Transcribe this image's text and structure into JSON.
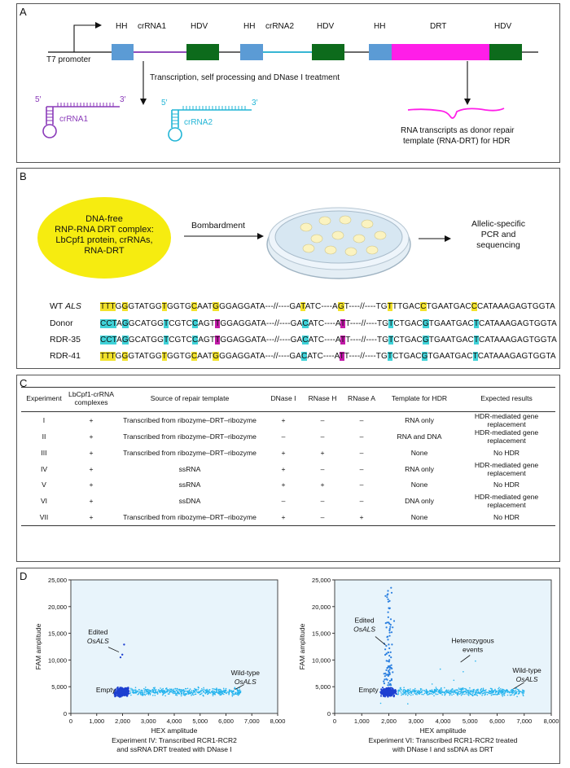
{
  "panelA": {
    "label": "A",
    "hh": "HH",
    "crRNA1": "crRNA1",
    "hdv": "HDV",
    "crRNA2": "crRNA2",
    "drt": "DRT",
    "t7": "T7 promoter",
    "processing": "Transcription, self processing and DNase I treatment",
    "five_prime": "5′",
    "three_prime": "3′",
    "rna_line1": "RNA transcripts as donor repair",
    "rna_line2": "template (RNA-DRT) for HDR",
    "colors": {
      "hh": "#5b9bd5",
      "hdv": "#0d6b1c",
      "drt": "#ff1ee8",
      "crRNA1": "#8a3ab9",
      "crRNA2": "#22b5d6"
    }
  },
  "panelB": {
    "label": "B",
    "ellipse": [
      "DNA-free",
      "RNP-RNA DRT complex:",
      "LbCpf1 protein, crRNAs,",
      "RNA-DRT"
    ],
    "bombardment": "Bombardment",
    "result": [
      "Allelic-specific",
      "PCR and",
      "sequencing"
    ],
    "wt_prefix": "WT ",
    "wt_gene": "ALS",
    "donor": "Donor",
    "rdr35": "RDR-35",
    "rdr41": "RDR-41"
  },
  "panelC": {
    "label": "C",
    "headers": [
      "Experiment",
      "LbCpf1-crRNA complexes",
      "Source of repair template",
      "DNase I",
      "RNase H",
      "RNase A",
      "Template for HDR",
      "Expected results"
    ],
    "rows": [
      [
        "I",
        "+",
        "Transcribed from ribozyme–DRT–ribozyme",
        "+",
        "–",
        "–",
        "RNA only",
        "HDR-mediated gene replacement"
      ],
      [
        "II",
        "+",
        "Transcribed from ribozyme–DRT–ribozyme",
        "–",
        "–",
        "–",
        "RNA and DNA",
        "HDR-mediated gene replacement"
      ],
      [
        "III",
        "+",
        "Transcribed from ribozyme–DRT–ribozyme",
        "+",
        "+",
        "–",
        "None",
        "No HDR"
      ],
      [
        "IV",
        "+",
        "ssRNA",
        "+",
        "–",
        "–",
        "RNA only",
        "HDR-mediated gene replacement"
      ],
      [
        "V",
        "+",
        "ssRNA",
        "+",
        "+",
        "–",
        "None",
        "No HDR"
      ],
      [
        "VI",
        "+",
        "ssDNA",
        "–",
        "–",
        "–",
        "DNA only",
        "HDR-mediated gene replacement"
      ],
      [
        "VII",
        "+",
        "Transcribed from ribozyme–DRT–ribozyme",
        "+",
        "–",
        "+",
        "None",
        "No HDR"
      ]
    ]
  },
  "panelD": {
    "label": "D"
  },
  "chart_data": [
    {
      "type": "scatter",
      "title": "",
      "xlabel": "HEX amplitude",
      "ylabel": "FAM amplitude",
      "xlim": [
        0,
        8000
      ],
      "ylim": [
        0,
        25000
      ],
      "xticks": [
        "0",
        "1,000",
        "2,000",
        "3,000",
        "4,000",
        "5,000",
        "6,000",
        "7,000",
        "8,000"
      ],
      "yticks": [
        "0",
        "5,000",
        "10,000",
        "15,000",
        "20,000",
        "25,000"
      ],
      "grid": false,
      "annotations": [
        "Edited",
        "OsALS",
        "Empty",
        "Wild-type",
        "OsALS"
      ],
      "caption": [
        "Experiment IV: Transcribed RCR1-RCR2",
        "and ssRNA DRT treated with DNase I"
      ],
      "clusters": [
        {
          "label": "Empty",
          "x": [
            1700,
            2300
          ],
          "y": [
            3000,
            5000
          ]
        },
        {
          "label": "Wild-type OsALS",
          "x": [
            2300,
            6800
          ],
          "y": [
            3500,
            4600
          ]
        },
        {
          "label": "Edited OsALS",
          "x": [
            1950,
            2050
          ],
          "y": [
            10500,
            13000
          ]
        }
      ]
    },
    {
      "type": "scatter",
      "title": "",
      "xlabel": "HEX amplitude",
      "ylabel": "FAM amplitude",
      "xlim": [
        0,
        8000
      ],
      "ylim": [
        0,
        25000
      ],
      "xticks": [
        "0",
        "1,000",
        "2,000",
        "3,000",
        "4,000",
        "5,000",
        "6,000",
        "7,000",
        "8,000"
      ],
      "yticks": [
        "0",
        "5,000",
        "10,000",
        "15,000",
        "20,000",
        "25,000"
      ],
      "grid": false,
      "annotations": [
        "Edited",
        "OsALS",
        "Heterozygous",
        "events",
        "Empty",
        "Wild-type",
        "OsALS"
      ],
      "caption": [
        "Experiment VI: Transcribed RCR1-RCR2 treated",
        "with DNase I and ssDNA as DRT"
      ],
      "clusters": [
        {
          "label": "Empty",
          "x": [
            1700,
            2300
          ],
          "y": [
            3000,
            5000
          ]
        },
        {
          "label": "Wild-type OsALS",
          "x": [
            2300,
            7000
          ],
          "y": [
            3500,
            4600
          ]
        },
        {
          "label": "Edited OsALS",
          "x": [
            1700,
            2300
          ],
          "y": [
            5000,
            23500
          ]
        },
        {
          "label": "Heterozygous events",
          "x": [
            3500,
            5500
          ],
          "y": [
            5000,
            10000
          ]
        }
      ]
    }
  ]
}
